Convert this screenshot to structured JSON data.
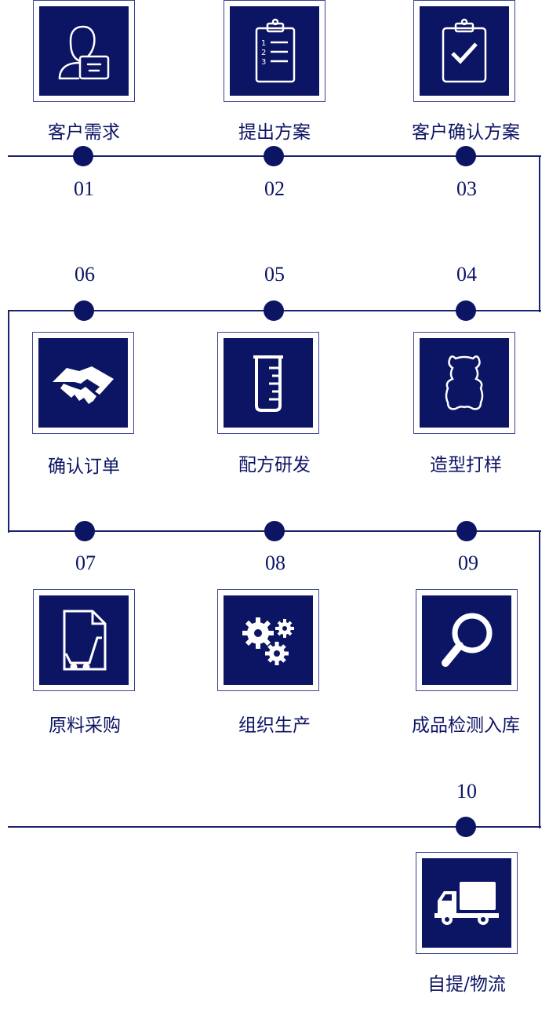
{
  "colors": {
    "primary": "#0c1464",
    "line": "#1a2370"
  },
  "steps": [
    {
      "number": "01",
      "label": "客户需求",
      "icon": "customer-icon"
    },
    {
      "number": "02",
      "label": "提出方案",
      "icon": "clipboard-list-icon"
    },
    {
      "number": "03",
      "label": "客户确认方案",
      "icon": "clipboard-check-icon"
    },
    {
      "number": "04",
      "label": "造型打样",
      "icon": "gummy-bear-icon"
    },
    {
      "number": "05",
      "label": "配方研发",
      "icon": "beaker-icon"
    },
    {
      "number": "06",
      "label": "确认订单",
      "icon": "handshake-icon"
    },
    {
      "number": "07",
      "label": "原料采购",
      "icon": "purchase-cart-icon"
    },
    {
      "number": "08",
      "label": "组织生产",
      "icon": "gears-icon"
    },
    {
      "number": "09",
      "label": "成品检测入库",
      "icon": "magnifier-icon"
    },
    {
      "number": "10",
      "label": "自提/物流",
      "icon": "truck-icon"
    }
  ]
}
